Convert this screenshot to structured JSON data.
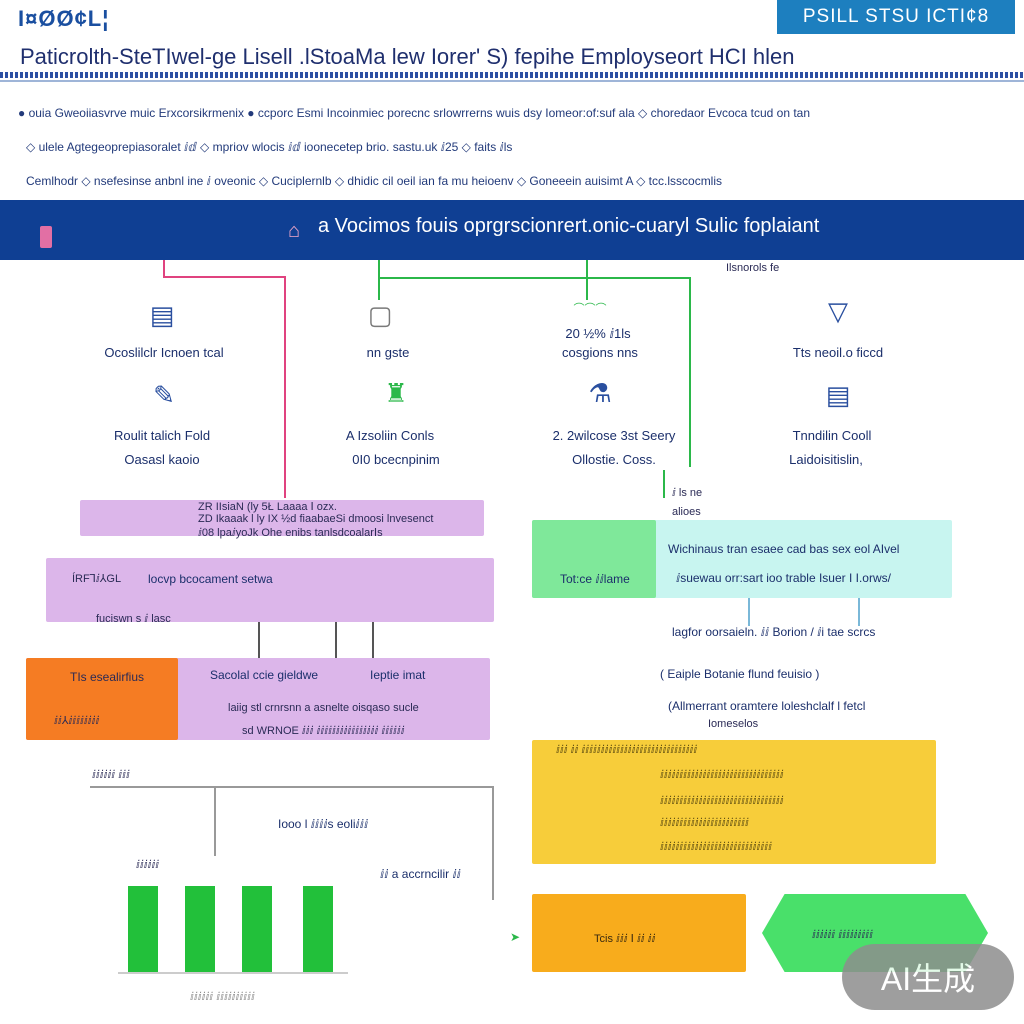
{
  "header": {
    "logo": "I¤ØØ¢L¦",
    "badge": "PSILL STSU ICTI¢8",
    "title": "Paticrolth-SteTIwel-ge Lisell .lStoaMa lew Iorer' S) fepihe Employseort HCI hlen"
  },
  "legend": {
    "line1": "● ouia Gweoiiasvrve muic Erxcorsikrmenix ● ccporc Esmi Incoinmiec porecnc srlowrrerns wuis dsy Iomeor:of:suf ala ◇ choredaor Evcoca tcud on tan",
    "line2": "◇ ulele Agtegeoprepiasoralet ⅈⅆ ◇ mpriov wlocis ⅈⅆ ioonecetep brio. sastu.uk ⅈ25 ◇ faits ⅈls",
    "line3": "Cemlhodr ◇ nsefesinse anbnl ine ⅈ oveonic ◇ Cuciplernlb ◇ dhidic cil oeil ian fa mu heioenv ◇ Goneeein auisimt A ◇ tcc.lsscocmlis"
  },
  "banner": {
    "text": "a Vocimos fouis oprgrscionrert.onic-cuaryl Sulic foplaiant"
  },
  "nodes": [
    {
      "icon": "▤",
      "label": "Ocoslilclr Icnoen tcal",
      "sub1": "",
      "sub2": ""
    },
    {
      "icon": "▢",
      "label": "nn gste",
      "sub1": "20 ½% ⅈ1ls",
      "sub2": "cosgions nns"
    },
    {
      "icon": "▽",
      "label": "Tts neoil.o ficcd",
      "sub1": "",
      "sub2": ""
    }
  ],
  "nodes_row2": [
    {
      "icon": "✎",
      "label": "Roulit talich Fold",
      "sub": "Oasasl kaoio"
    },
    {
      "icon": "♜",
      "label": "A Izsoliin Conls",
      "sub": "0I0 bcecnpinim"
    },
    {
      "icon": "⚗",
      "label": "2. 2wilcose 3st Seery",
      "sub": "Ollostie. Coss."
    },
    {
      "icon": "▤",
      "label": "Tnndilin Cooll",
      "sub": "Laidoisitislin,"
    }
  ],
  "small_labels": {
    "right_top": "Ilsnorols fe",
    "right_mid": "ⅈ ls ne",
    "right_mid2": "alioes"
  },
  "left_panels": {
    "p1_line1": "ZR IIsiaN (ly 5Ł Laaaa Ⅰ ozx.",
    "p1_line2": "ZD Ikaaak l ly IX ½d fiaabaeSi dmoosi lnvesenct",
    "p1_line3": "ⅈ08 lpaⅈyoJk Ohe enibs tanlsdcoalarⅠs",
    "p2_title": "locvp bcocament setwa",
    "p2_line": "fuciswn s ⅈ lasc",
    "p2_left": "ÍRF⅂ⅈ⅄GL",
    "p3_orange": "TIs esealirfius",
    "p3_orange_sub": "ⅈⅈ⅄ⅈⅈⅈⅈⅈⅈⅈⅈ",
    "p3_line1": "Sacolal ccie gieldwe",
    "p3_line2": "Ieptie imat",
    "p3_line3": "laiig stl crnrsnn a asnelte oisqaso sucle",
    "p3_line4": "sd WRNOE ⅈⅈⅈ ⅈⅈⅈⅈⅈⅈⅈⅈⅈⅈⅈⅈⅈⅈⅈⅈ ⅈⅈⅈⅈⅈⅈ"
  },
  "right_panels": {
    "cyan_left": "Tot:ce ⅈⅈlame",
    "cyan_line1": "Wichinaus tran esaee cad bas sex eol AIvel",
    "cyan_line2": "ⅈsuewau orr:sart ioo trable Isuer I I.orws/",
    "below1": "lagfor oorsaieln. ⅈⅈ Borion / ⅈi tae scrcs",
    "below2": "( Eaiple Botanie flund feuisio )",
    "below3": "(Allmerrant oramtere loleshclalf l fetcl",
    "below4": "Iomeselos",
    "yellow_header": "ⅈⅈⅈ ⅈⅈ ⅈⅈⅈⅈⅈⅈⅈⅈⅈⅈⅈⅈⅈⅈⅈⅈⅈⅈⅈⅈⅈⅈⅈⅈⅈⅈⅈⅈⅈⅈ",
    "yellow_lines": [
      "ⅈⅈⅈⅈⅈⅈⅈⅈⅈⅈⅈⅈⅈⅈⅈⅈⅈⅈⅈⅈⅈⅈⅈⅈⅈⅈⅈⅈⅈⅈⅈⅈ",
      "ⅈⅈⅈⅈⅈⅈⅈⅈⅈⅈⅈⅈⅈⅈⅈⅈⅈⅈⅈⅈⅈⅈⅈⅈⅈⅈⅈⅈⅈⅈⅈⅈ",
      "ⅈⅈⅈⅈⅈⅈⅈⅈⅈⅈⅈⅈⅈⅈⅈⅈⅈⅈⅈⅈⅈⅈⅈ",
      "ⅈⅈⅈⅈⅈⅈⅈⅈⅈⅈⅈⅈⅈⅈⅈⅈⅈⅈⅈⅈⅈⅈⅈⅈⅈⅈⅈⅈⅈ"
    ],
    "orange_box": "Tcis ⅈⅈⅈ Ⅰ ⅈⅈ ⅈⅈ",
    "green_box": "ⅈⅈⅈⅈⅈⅈ ⅈⅈⅈⅈⅈⅈⅈⅈⅈ"
  },
  "bottom_left": {
    "header": "ⅈⅈⅈⅈⅈⅈ ⅈⅈⅈ",
    "mid": "Iooo l ⅈⅈⅈⅈs eoliⅈⅈⅈ",
    "side": "ⅈⅈ a accrncilir ⅈⅈ",
    "bars_label": "ⅈⅈⅈⅈⅈⅈ",
    "footer": "ⅈⅈⅈⅈⅈⅈ ⅈⅈⅈⅈⅈⅈⅈⅈⅈⅈ"
  },
  "watermark": "AI生成",
  "colors": {
    "banner": "#0f3f93",
    "magenta_line": "#e0437f",
    "green_line": "#2bb84a",
    "lilac_panel": "#dcb6ea",
    "orange": "#f57c23",
    "cyan_panel": "#c8f5f0",
    "yellow_panel": "#f7cd3a",
    "bar_green": "#22c03a"
  }
}
